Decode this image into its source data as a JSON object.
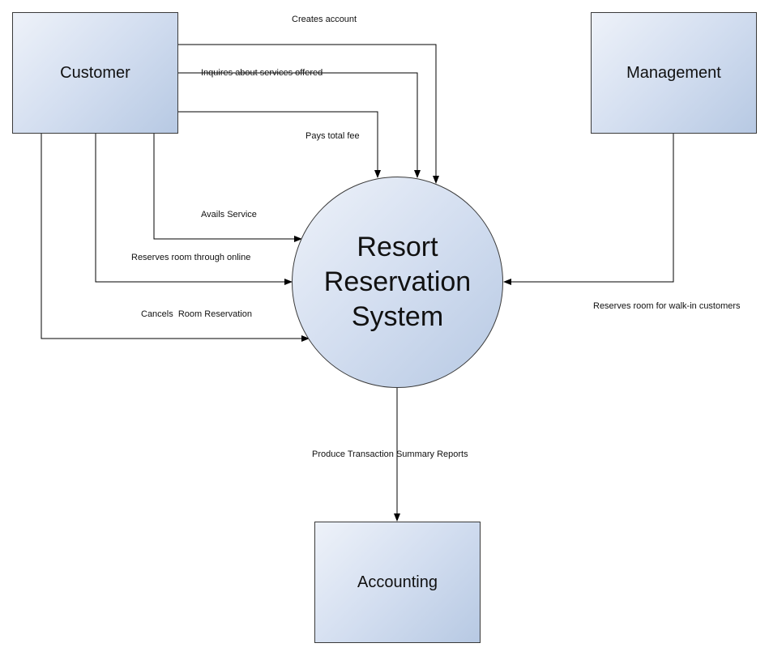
{
  "diagram": {
    "process": {
      "title": "Resort Reservation System"
    },
    "entities": {
      "customer": "Customer",
      "management": "Management",
      "accounting": "Accounting"
    },
    "flows": {
      "creates_account": "Creates account",
      "inquires_services": "Inquires about services offered",
      "pays_total_fee": "Pays total fee",
      "avails_service": "Avails Service",
      "reserves_online": "Reserves room through online",
      "cancels_reservation": "Cancels  Room Reservation",
      "reserves_walk_in": "Reserves room for walk-in customers",
      "produce_reports": "Produce Transaction Summary Reports"
    }
  },
  "colors": {
    "line": "#000000",
    "node_fill_light": "#eef2f9",
    "node_fill_dark": "#b7c9e3"
  }
}
